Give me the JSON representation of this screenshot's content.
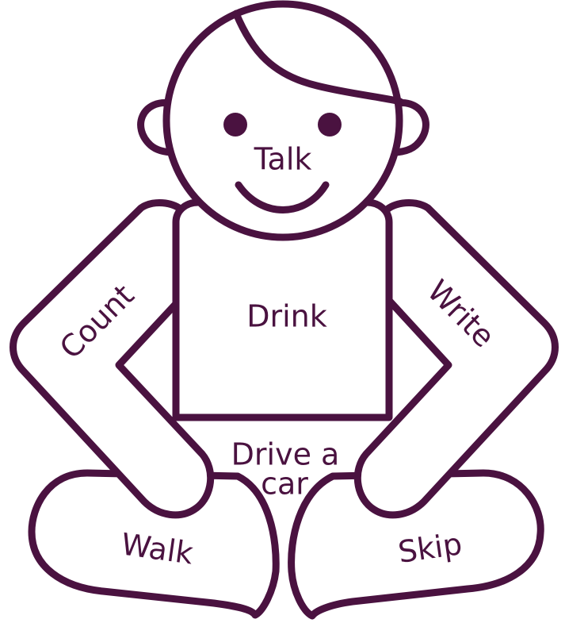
{
  "colors": {
    "stroke": "#4a1240",
    "background": "#ffffff"
  },
  "labels": {
    "head": "Talk",
    "body": "Drink",
    "left_arm": "Count",
    "right_arm": "Write",
    "lap_line1": "Drive a",
    "lap_line2": "car",
    "left_leg": "Walk",
    "right_leg": "Skip"
  }
}
